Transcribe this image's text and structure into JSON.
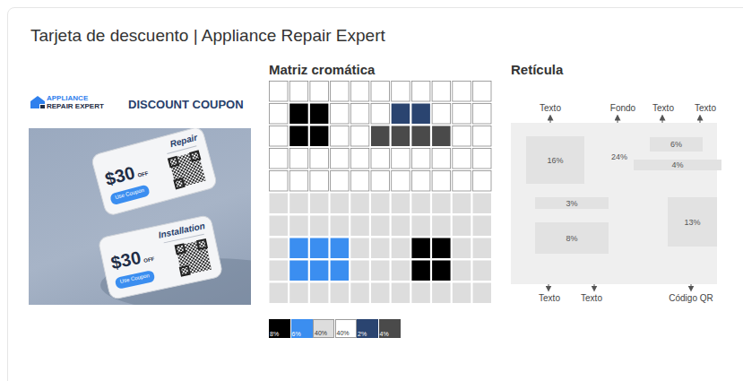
{
  "diagram": {
    "title": "Tarjeta de descuento | Appliance Repair Expert",
    "nodes": [
      {
        "text": [
          "24%"
        ]
      },
      {
        "text": [
          "16%"
        ],
        "in": 0
      },
      {
        "text": [
          "6%"
        ],
        "in": 0
      },
      {
        "text": [
          "4%"
        ],
        "in": 0
      },
      {
        "text": [
          "3%"
        ],
        "in": 0
      },
      {
        "text": [
          "8%"
        ],
        "in": 0
      },
      {
        "text": [
          "13%"
        ],
        "in": 0
      }
    ],
    "labels": [
      "APPLIANCE",
      "REPAIR EXPERT",
      "DISCOUNT COUPON",
      "$30",
      "OFF",
      "Repair",
      "Use Coupon",
      "$30",
      "OFF",
      "Installation",
      "Use Coupon",
      "Matriz cromática",
      "Retícula",
      "Texto",
      "Fondo",
      "Texto",
      "Texto",
      "Texto",
      "Texto",
      "Código QR"
    ],
    "legend": [
      {
        "text": "8%",
        "color": "#000000"
      },
      {
        "text": "6%",
        "color": "#3b8ef0"
      },
      {
        "text": "40%",
        "color": "#dddddd"
      },
      {
        "text": "40%",
        "color": "#ffffff"
      },
      {
        "text": "2%",
        "color": "#2a4470"
      },
      {
        "text": "4%",
        "color": "#4a4a4a"
      }
    ]
  }
}
